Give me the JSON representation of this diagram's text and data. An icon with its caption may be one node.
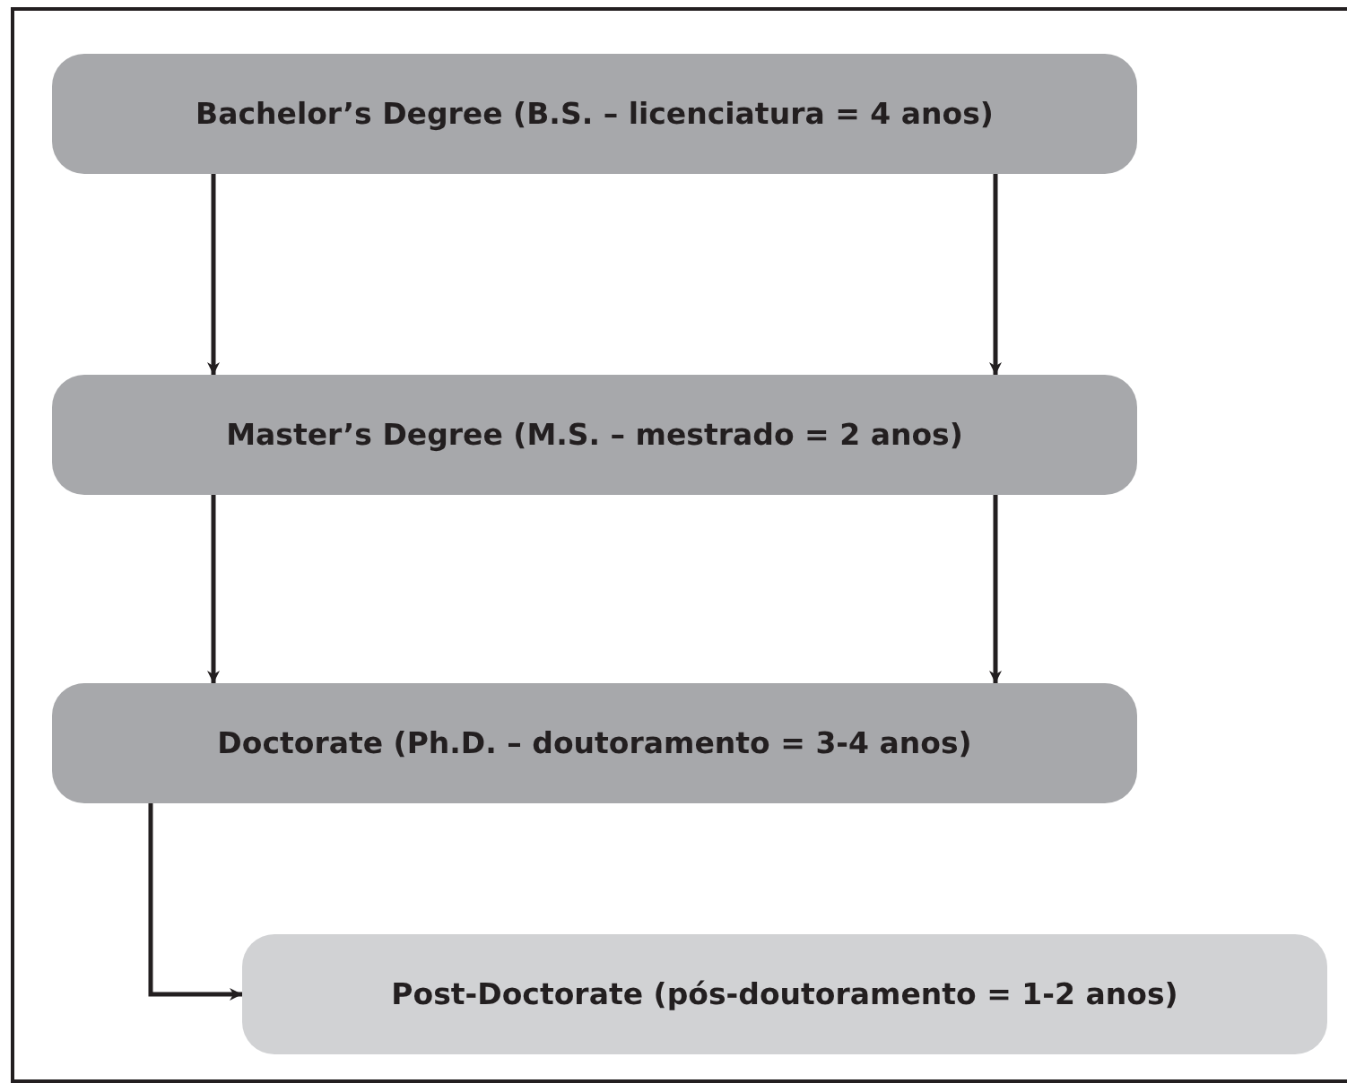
{
  "diagram": {
    "nodes": [
      {
        "text": [
          "Bachelor’s Degree (B.S. – licenciatura = 4 anos)"
        ]
      },
      {
        "text": [
          "Master’s Degree (M.S. – mestrado = 2 anos)"
        ]
      },
      {
        "text": [
          "Doctorate (Ph.D. – doutoramento = 3-4 anos)"
        ]
      },
      {
        "text": [
          "Post-Doctorate (pós-doutoramento = 1-2 anos)"
        ]
      }
    ],
    "edges": [
      {
        "from": 0,
        "to": 1,
        "arrow": "to"
      },
      {
        "from": 0,
        "to": 1,
        "arrow": "to"
      },
      {
        "from": 1,
        "to": 2,
        "arrow": "to"
      },
      {
        "from": 1,
        "to": 2,
        "arrow": "to"
      },
      {
        "from": 2,
        "to": 3,
        "arrow": "to"
      }
    ]
  }
}
